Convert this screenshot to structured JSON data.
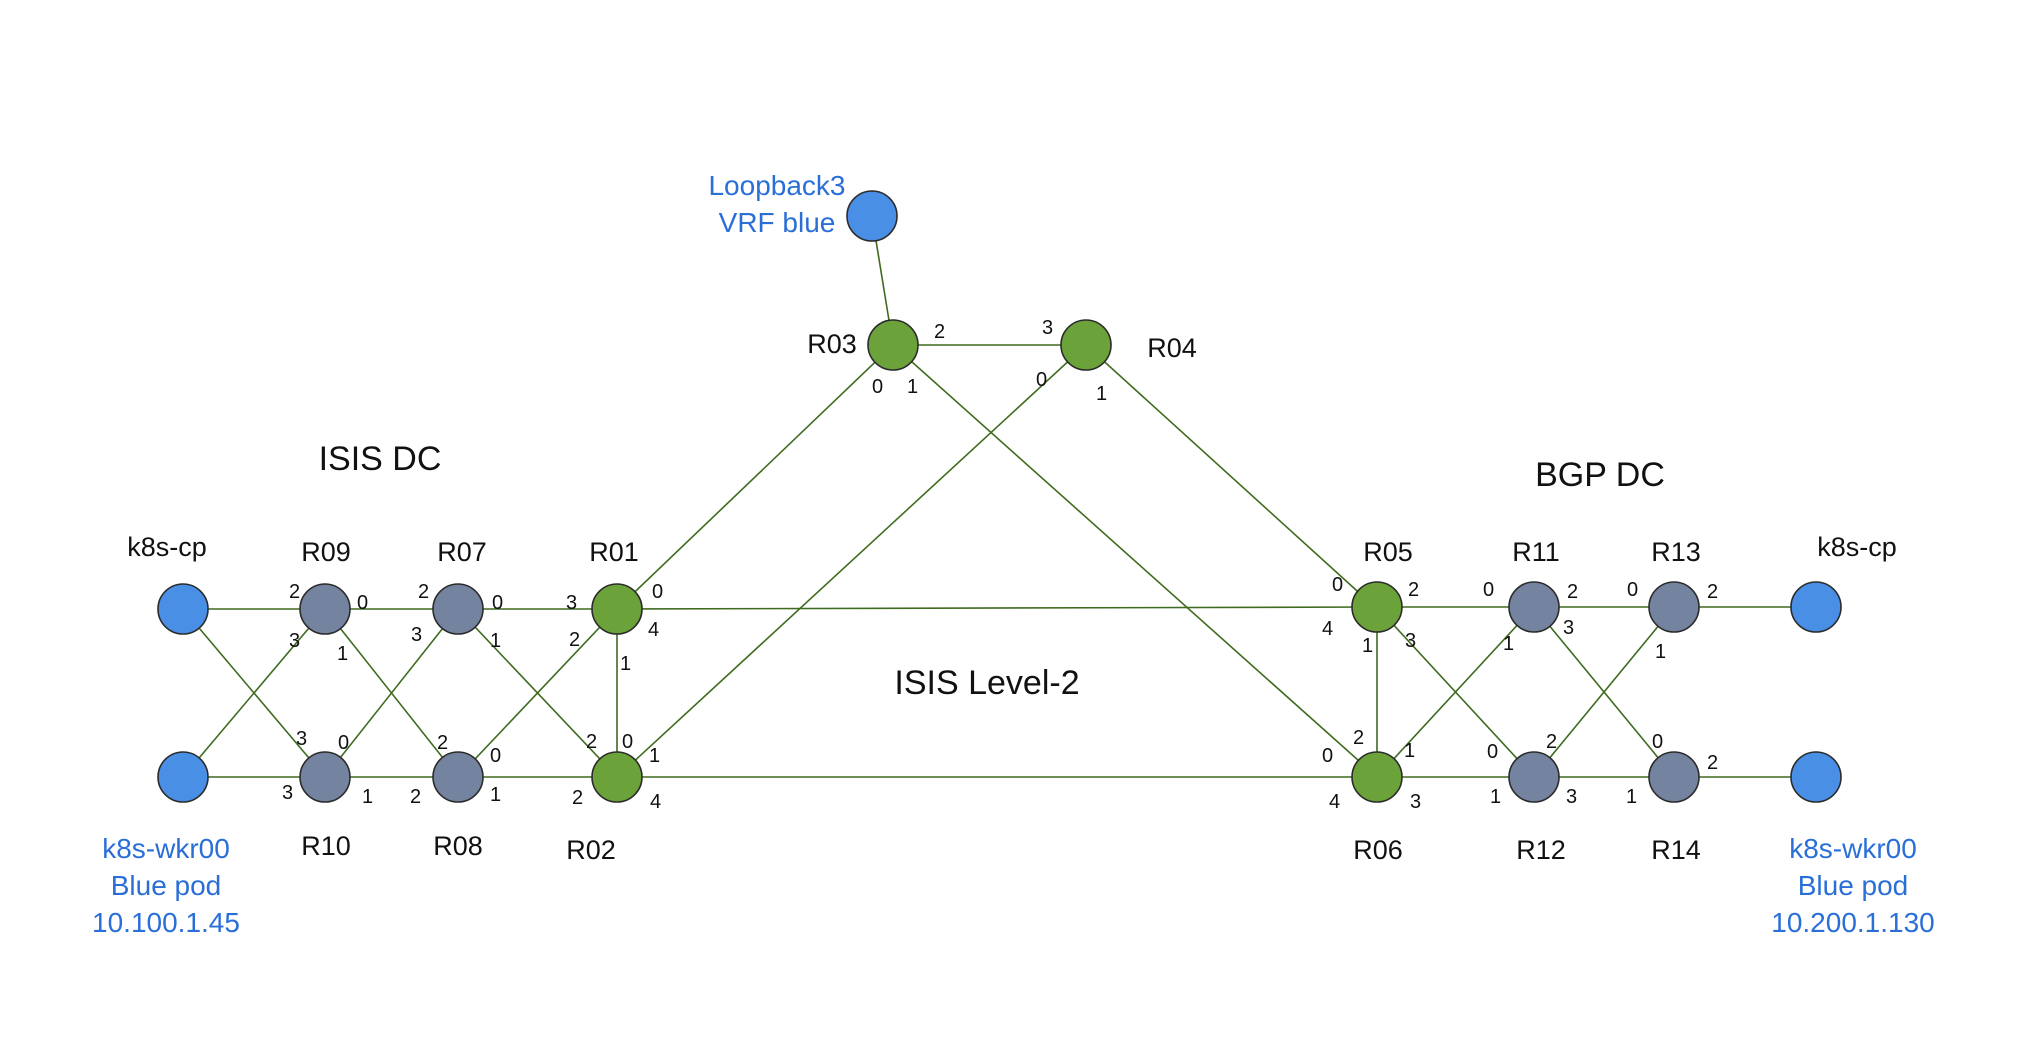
{
  "regions": {
    "isis_dc": "ISIS DC",
    "bgp_dc": "BGP DC",
    "isis_l2": "ISIS Level-2"
  },
  "loopback": [
    "Loopback3",
    "VRF blue"
  ],
  "routers": {
    "R01": "R01",
    "R02": "R02",
    "R03": "R03",
    "R04": "R04",
    "R05": "R05",
    "R06": "R06",
    "R07": "R07",
    "R08": "R08",
    "R09": "R09",
    "R10": "R10",
    "R11": "R11",
    "R12": "R12",
    "R13": "R13",
    "R14": "R14"
  },
  "hosts": {
    "left_cp": "k8s-cp",
    "right_cp": "k8s-cp",
    "left_wkr": [
      "k8s-wkr00",
      "Blue pod",
      "10.100.1.45"
    ],
    "right_wkr": [
      "k8s-wkr00",
      "Blue pod",
      "10.200.1.130"
    ]
  },
  "ports": [
    "2",
    "0",
    "2",
    "0",
    "3",
    "0",
    "3",
    "1",
    "3",
    "1",
    "2",
    "4",
    "1",
    "3",
    "0",
    "2",
    "0",
    "1",
    "2",
    "3",
    "1",
    "2",
    "4",
    "0",
    "1",
    "2",
    "0",
    "1",
    "2",
    "0",
    "1",
    "4",
    "3",
    "0",
    "2",
    "0",
    "2",
    "1",
    "3",
    "1",
    "3",
    "0",
    "2",
    "1",
    "3",
    "1",
    "1",
    "0",
    "4"
  ],
  "colors": {
    "core": "#6ba33a",
    "dc": "#74839f",
    "host": "#4a8fe6",
    "link": "#3f6b1f",
    "host_text": "#2a6fd8"
  }
}
